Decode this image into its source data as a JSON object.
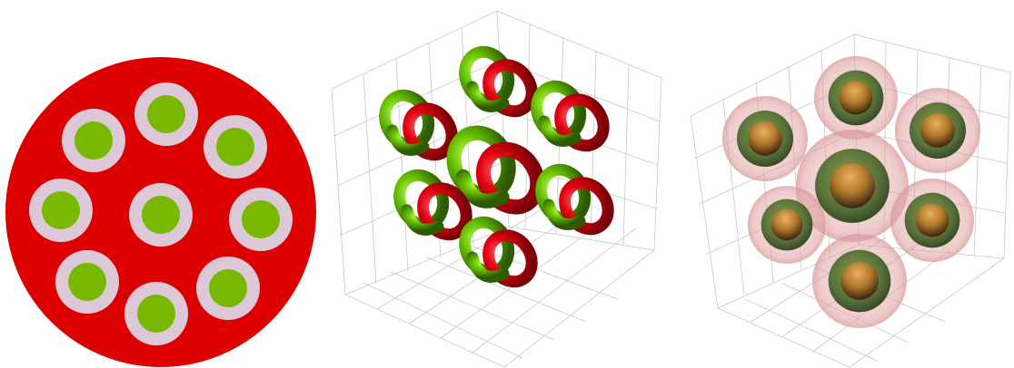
{
  "colors": {
    "background": "#ffffff",
    "disk_red": "#dc0000",
    "ring_lavender": "#dcc8d6",
    "core_green": "#78b800",
    "torus_red": "#e00010",
    "torus_green": "#66c000",
    "shell_pink": "#e6a8a8",
    "shell_green": "#5a7a30",
    "core_orange": "#c08030",
    "grid": "#c8c8c8"
  },
  "panels": [
    {
      "id": "cross-section",
      "kind": "disk-with-nine-inclusions",
      "inclusion_count": 9
    },
    {
      "id": "linked-tori",
      "kind": "3d-linked-ring-pairs",
      "pair_count": 7
    },
    {
      "id": "core-shell-spheres",
      "kind": "3d-concentric-spheres",
      "sphere_count": 7
    }
  ]
}
